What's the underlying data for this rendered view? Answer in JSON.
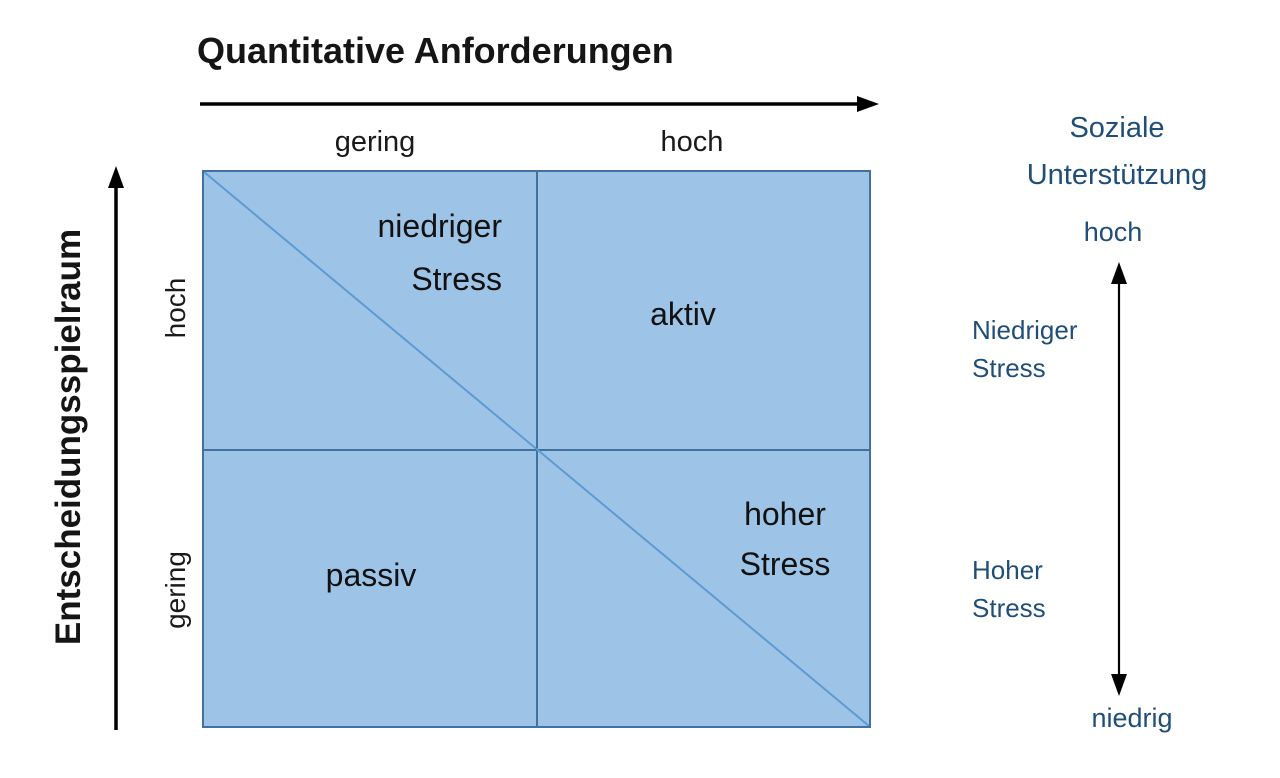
{
  "diagram_type": "2x2-matrix-model",
  "colors": {
    "quadrant_fill": "#9DC3E6",
    "quadrant_border": "#41719C",
    "diagonal_line": "#5B9BD5",
    "axis_text": "#151515",
    "social_panel_text": "#1F4E79",
    "arrow_color": "#000000"
  },
  "x_axis": {
    "title": "Quantitative Anforderungen",
    "label_low": "gering",
    "label_high": "hoch"
  },
  "y_axis": {
    "title": "Entscheidungsspielraum",
    "label_high": "hoch",
    "label_low": "gering"
  },
  "quadrants": {
    "top_left": "niedriger\nStress",
    "top_right": "aktiv",
    "bottom_left": "passiv",
    "bottom_right": "hoher\nStress"
  },
  "social_support": {
    "title": "Soziale\nUnterstützung",
    "scale_top": "hoch",
    "scale_bottom": "niedrig",
    "upper_label": "Niedriger\nStress",
    "lower_label": "Hoher\nStress"
  }
}
